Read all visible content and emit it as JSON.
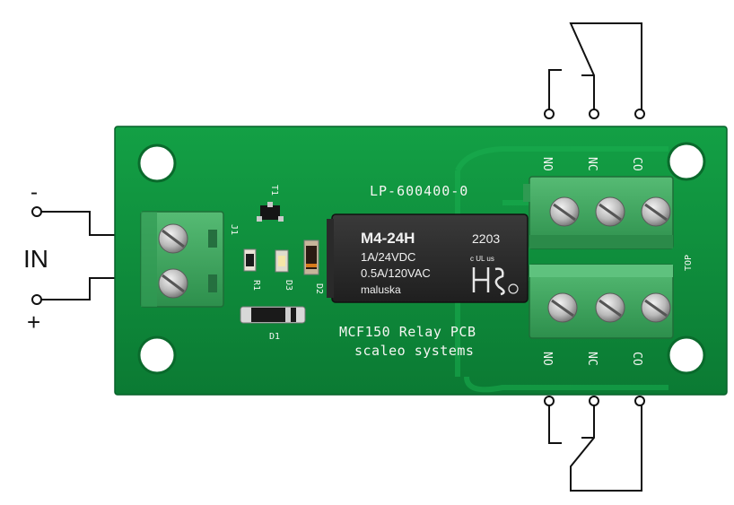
{
  "input_labels": {
    "minus": "-",
    "in": "IN",
    "plus": "+"
  },
  "board": {
    "part_number": "LP-600400-0",
    "name": "MCF150 Relay PCB",
    "maker": "scaleo systems",
    "top_mark": "TOP",
    "refs": {
      "t1": "T1",
      "r1": "R1",
      "d1": "D1",
      "d2": "D2",
      "d3": "D3",
      "j1": "J1"
    },
    "terminal_top_labels": [
      "NO",
      "NC",
      "CO"
    ],
    "terminal_bottom_labels": [
      "NO",
      "NC",
      "CO"
    ]
  },
  "relay": {
    "model": "M4-24H",
    "date_code": "2203",
    "rating_dc": "1A/24VDC",
    "rating_ac": "0.5A/120VAC",
    "brand": "maluska",
    "cert": "c UL us"
  },
  "colors": {
    "pcb": "#0e8a3a",
    "terminal": "#3fa861",
    "relay": "#2b2b2b",
    "wire": "#111111"
  }
}
